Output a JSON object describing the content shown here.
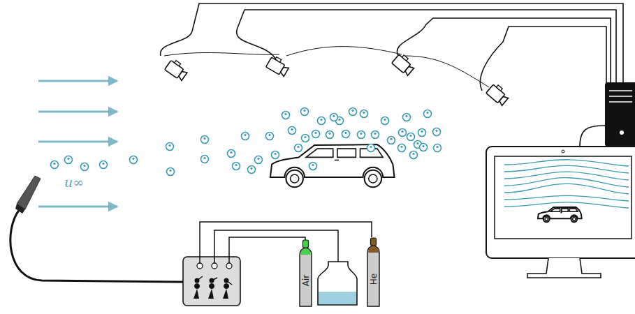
{
  "diagram": {
    "nodes": [
      {
        "text": [
          "Air"
        ]
      },
      {
        "text": [
          "He"
        ]
      }
    ],
    "labels": [
      "u∞"
    ]
  }
}
